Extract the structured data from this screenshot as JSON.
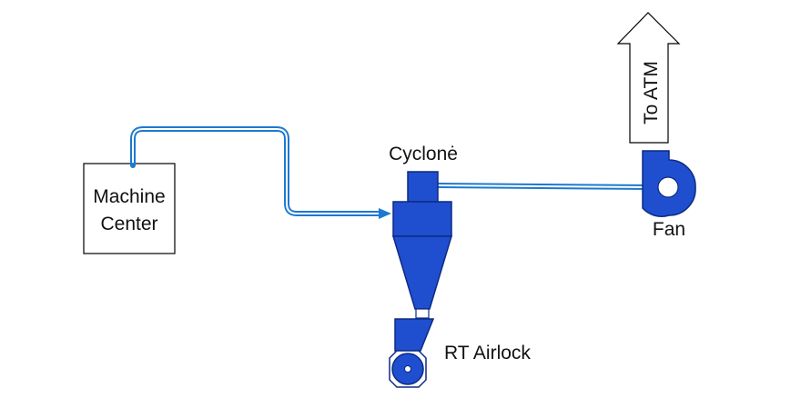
{
  "labels": {
    "machine_center_line1": "Machine",
    "machine_center_line2": "Center",
    "cyclone": "Cyclonė",
    "fan": "Fan",
    "airlock": "RT Airlock",
    "exhaust": "To ATM"
  },
  "colors": {
    "equipment_fill": "#1f4fcf",
    "equipment_stroke": "#0d2a86",
    "duct_color": "#1d79cf",
    "line": "#000000"
  },
  "icons": {
    "flow_arrow": "arrow-right-icon",
    "exhaust_arrow": "arrow-up-icon"
  }
}
